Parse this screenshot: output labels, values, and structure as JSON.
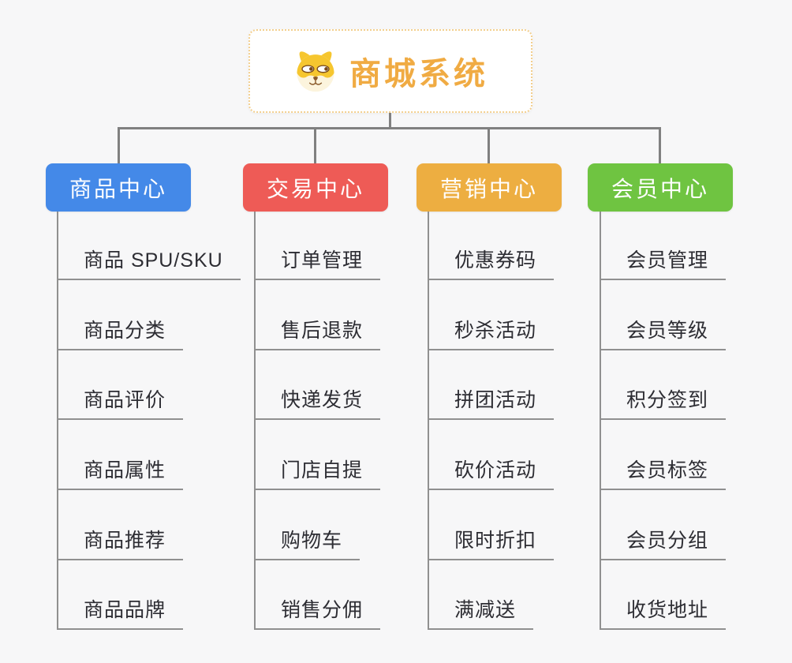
{
  "root": {
    "title": "商城系统"
  },
  "branches": [
    {
      "label": "商品中心",
      "color": "#4489e8",
      "children": [
        "商品 SPU/SKU",
        "商品分类",
        "商品评价",
        "商品属性",
        "商品推荐",
        "商品品牌"
      ]
    },
    {
      "label": "交易中心",
      "color": "#ee5b56",
      "children": [
        "订单管理",
        "售后退款",
        "快递发货",
        "门店自提",
        "购物车",
        "销售分佣"
      ]
    },
    {
      "label": "营销中心",
      "color": "#edae41",
      "children": [
        "优惠券码",
        "秒杀活动",
        "拼团活动",
        "砍价活动",
        "限时折扣",
        "满减送"
      ]
    },
    {
      "label": "会员中心",
      "color": "#6fc441",
      "children": [
        "会员管理",
        "会员等级",
        "积分签到",
        "会员标签",
        "会员分组",
        "收货地址"
      ]
    }
  ],
  "icons": {
    "root_icon": "shiba-dog-icon"
  },
  "colors": {
    "background": "#f7f7f8",
    "root_text": "#f0ab43",
    "root_border": "#f3cf8e",
    "connector": "#808080",
    "leaf_line": "#909090",
    "leaf_text": "#2d2d33",
    "branch_blue": "#4489e8",
    "branch_red": "#ee5b56",
    "branch_orange": "#edae41",
    "branch_green": "#6fc441"
  }
}
